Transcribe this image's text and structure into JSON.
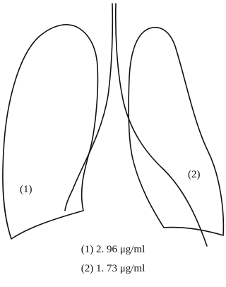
{
  "diagram": {
    "left_lung_label": "(1)",
    "right_lung_label": "(2)"
  },
  "legend": [
    {
      "label": "(1)",
      "value": "2. 96",
      "unit": "μg/ml"
    },
    {
      "label": "(2)",
      "value": "1. 73",
      "unit": "μg/ml"
    }
  ]
}
